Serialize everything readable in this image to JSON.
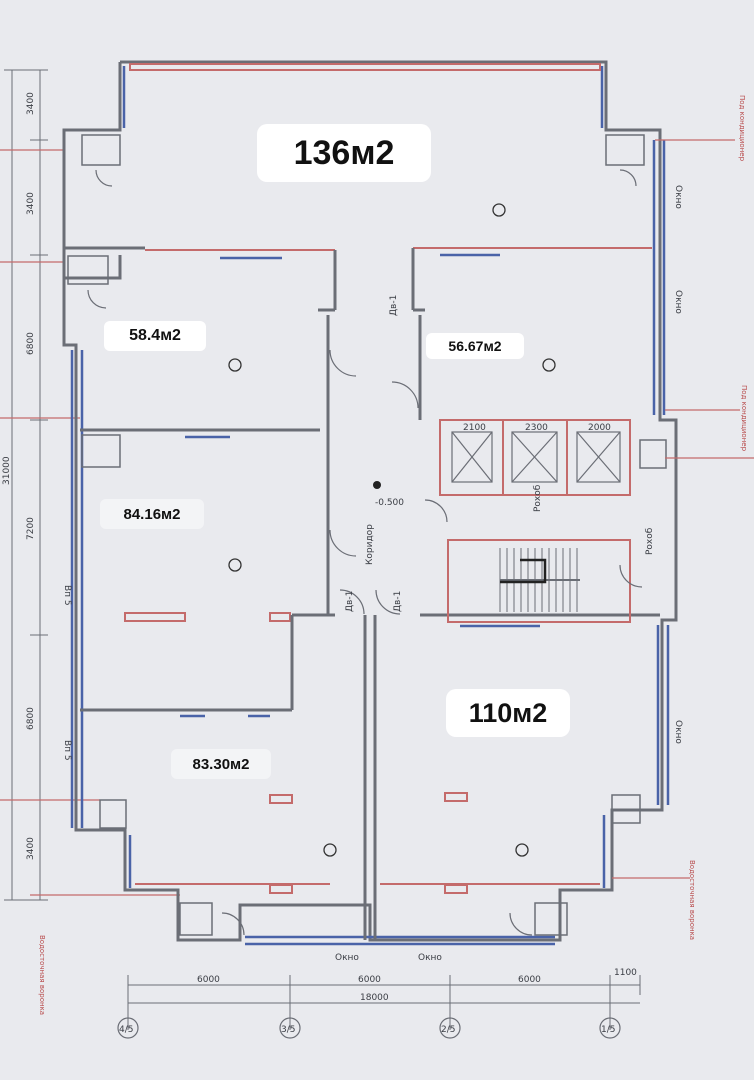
{
  "area_labels": {
    "top": "136м2",
    "left_upper": "58.4м2",
    "right_upper": "56.67м2",
    "left_middle": "84.16м2",
    "left_lower": "83.30м2",
    "right_lower": "110м2"
  },
  "dimensions": {
    "bottom_segments": [
      "6000",
      "6000",
      "6000",
      "1100"
    ],
    "bottom_total": "18000",
    "left_segments": [
      "3400",
      "3400",
      "6800",
      "7200",
      "6800",
      "3400"
    ],
    "left_total": "31000",
    "elevator_widths": [
      "2100",
      "2300",
      "2000"
    ]
  },
  "room_codes": {
    "hall": "Коридор",
    "rohob_1": "Рохоб",
    "rohob_2": "Рохоб",
    "level": "-0.500",
    "door": "Дв-1",
    "window": "Окно",
    "wall": "Вп 5"
  },
  "axis_labels": [
    "4/5",
    "3/5",
    "2/5",
    "1/5"
  ],
  "notes": {
    "ac_left": "Под кондиционер",
    "ac_right": "Под кондиционер",
    "drain_left": "Водосточная воронка",
    "drain_right": "Водосточная воронка"
  },
  "colors": {
    "background": "#e9eaee",
    "wall": "#6b6e76",
    "window": "#4a63a8",
    "lintel": "#c46b6b",
    "label_bg": "#ffffff"
  }
}
